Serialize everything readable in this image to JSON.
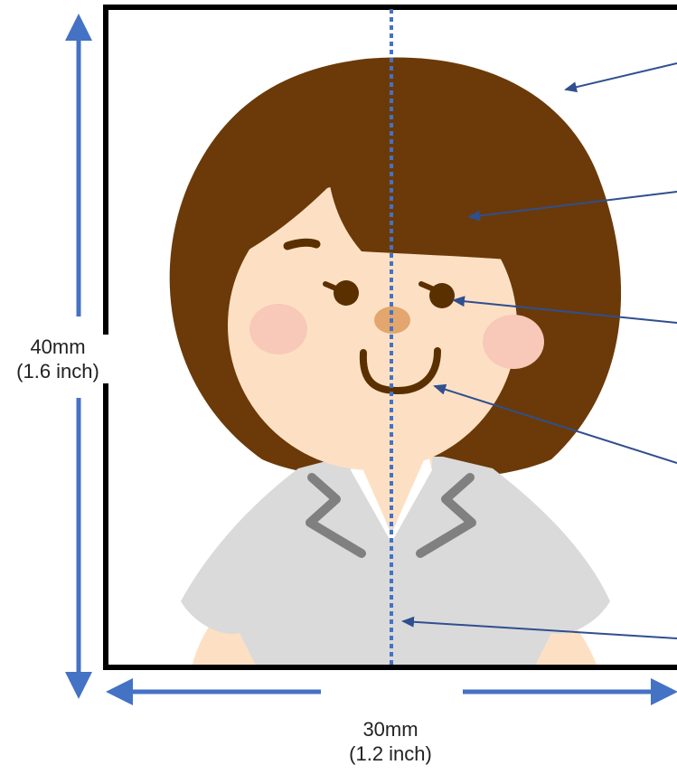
{
  "dimensions": {
    "height_mm": "40mm",
    "height_inch": "(1.6 inch)",
    "width_mm": "30mm",
    "width_inch": "(1.2 inch)"
  },
  "colors": {
    "frame": "#000000",
    "guide_line": "#4472C4",
    "callout_arrow": "#2F4F8F",
    "hair": "#6B3A08",
    "skin": "#FDE0C4",
    "blush": "#F8C8B8",
    "nose": "#E3A66E",
    "features": "#5A3000",
    "shirt": "#DADADA",
    "collar_lines": "#808080"
  },
  "icons": [
    "photo-frame",
    "woman-portrait-illustration",
    "dimension-arrow-vertical",
    "dimension-arrow-horizontal",
    "center-guide-line",
    "callout-arrow"
  ]
}
